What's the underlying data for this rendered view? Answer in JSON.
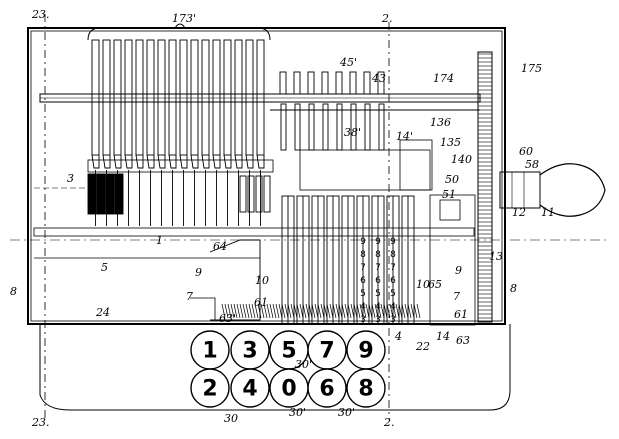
{
  "section_marks": {
    "top_left": "23.",
    "top_right": "2.",
    "bottom_left": "23.",
    "bottom_right": "2."
  },
  "reference_numerals": {
    "r173": "173'",
    "r45": "45'",
    "r43": "43",
    "r174": "174",
    "r175": "175",
    "r38": "38'",
    "r14": "14'",
    "r136": "136",
    "r135": "135",
    "r140": "140",
    "r60": "60",
    "r58": "58",
    "r50": "50",
    "r51": "51",
    "r12": "12",
    "r11": "11",
    "r3": "3",
    "r1": "1",
    "r64": "64",
    "r9a": "9",
    "r5": "5",
    "r8a": "8",
    "r10a": "10",
    "r7a": "7",
    "r61a": "61",
    "r24": "24",
    "r63a": "63'",
    "r9b": "9",
    "r13": "13",
    "r8b": "8",
    "r65": "65",
    "r10b": "10",
    "r7b": "7",
    "r61b": "61",
    "r4": "4",
    "r22": "22",
    "r14b": "14",
    "r63b": "63",
    "r30a": "30'",
    "r30": "30",
    "r30b": "30'",
    "r30c": "30'"
  },
  "column_digits": [
    "9",
    "8",
    "7",
    "6",
    "5",
    "4",
    "3"
  ],
  "keys": {
    "top_row": [
      "1",
      "3",
      "5",
      "7",
      "9"
    ],
    "bottom_row": [
      "2",
      "4",
      "0",
      "6",
      "8"
    ]
  }
}
